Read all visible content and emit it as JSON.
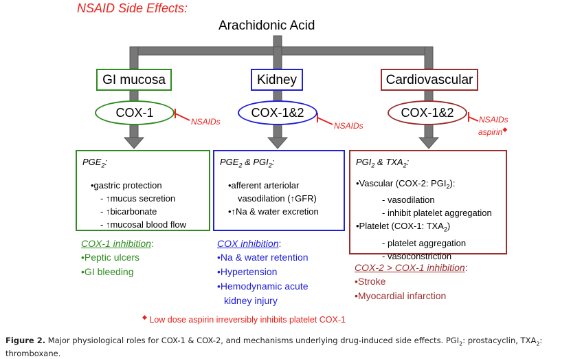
{
  "title": "NSAID Side Effects:",
  "root": "Arachidonic Acid",
  "colors": {
    "gi": "#2e8b1e",
    "kidney": "#1f1fd9",
    "cv": "#9a2d2b",
    "nsaid": "#e8211b",
    "arrow": "#777777"
  },
  "gi": {
    "label": "GI mucosa",
    "enzyme": "COX-1",
    "nsaid_label": "NSAIDs",
    "box_header": "PGE",
    "box_header_sub": "2",
    "box_header_tail": ":",
    "lines": [
      "•gastric protection",
      "- ↑mucus secretion",
      "- ↑bicarbonate",
      "- ↑mucosal blood flow"
    ],
    "inhibition_title": "COX-1 inhibition",
    "inhibition_colon": ":",
    "effects": [
      "•Peptic ulcers",
      "•GI bleeding"
    ]
  },
  "kidney": {
    "label": "Kidney",
    "enzyme": "COX-1&2",
    "nsaid_label": "NSAIDs",
    "box_header_a": "PGE",
    "box_header_a_sub": "2",
    "box_header_mid": " & PGI",
    "box_header_b_sub": "2",
    "box_header_tail": ":",
    "lines": [
      "•afferent arteriolar",
      "vasodilation (↑GFR)",
      "•↑Na & water excretion"
    ],
    "inhibition_title": "COX inhibition",
    "inhibition_colon": ":",
    "effects": [
      "•Na & water retention",
      "•Hypertension",
      "•Hemodynamic acute",
      "kidney injury"
    ]
  },
  "cv": {
    "label": "Cardiovascular",
    "enzyme": "COX-1&2",
    "nsaid_label": "NSAIDs",
    "aspirin_label": "aspirin",
    "box_header_a": "PGI",
    "box_header_a_sub": "2",
    "box_header_mid": " & TXA",
    "box_header_b_sub": "2",
    "box_header_tail": ":",
    "vascular_a": "•Vascular (COX-2: PGI",
    "vascular_sub": "2",
    "vascular_b": "):",
    "vascular_items": [
      "- vasodilation",
      "- inhibit platelet aggregation"
    ],
    "platelet_a": "•Platelet (COX-1: TXA",
    "platelet_sub": "2",
    "platelet_b": ")",
    "platelet_items": [
      "- platelet aggregation",
      "- vasoconstriction"
    ],
    "inhibition_title": "COX-2 > COX-1 inhibition",
    "inhibition_colon": ":",
    "effects": [
      "•Stroke",
      "•Myocardial infarction"
    ]
  },
  "footnote": "Low dose aspirin irreversibly inhibits platelet COX-1",
  "caption": {
    "label": "Figure 2.",
    "text_a": " Major physiological roles for COX-1 & COX-2, and mechanisms underlying drug-induced side effects. PGI",
    "sub_a": "2",
    "text_b": ": prostacyclin, TXA",
    "sub_b": "2",
    "text_c": ": thromboxane."
  }
}
